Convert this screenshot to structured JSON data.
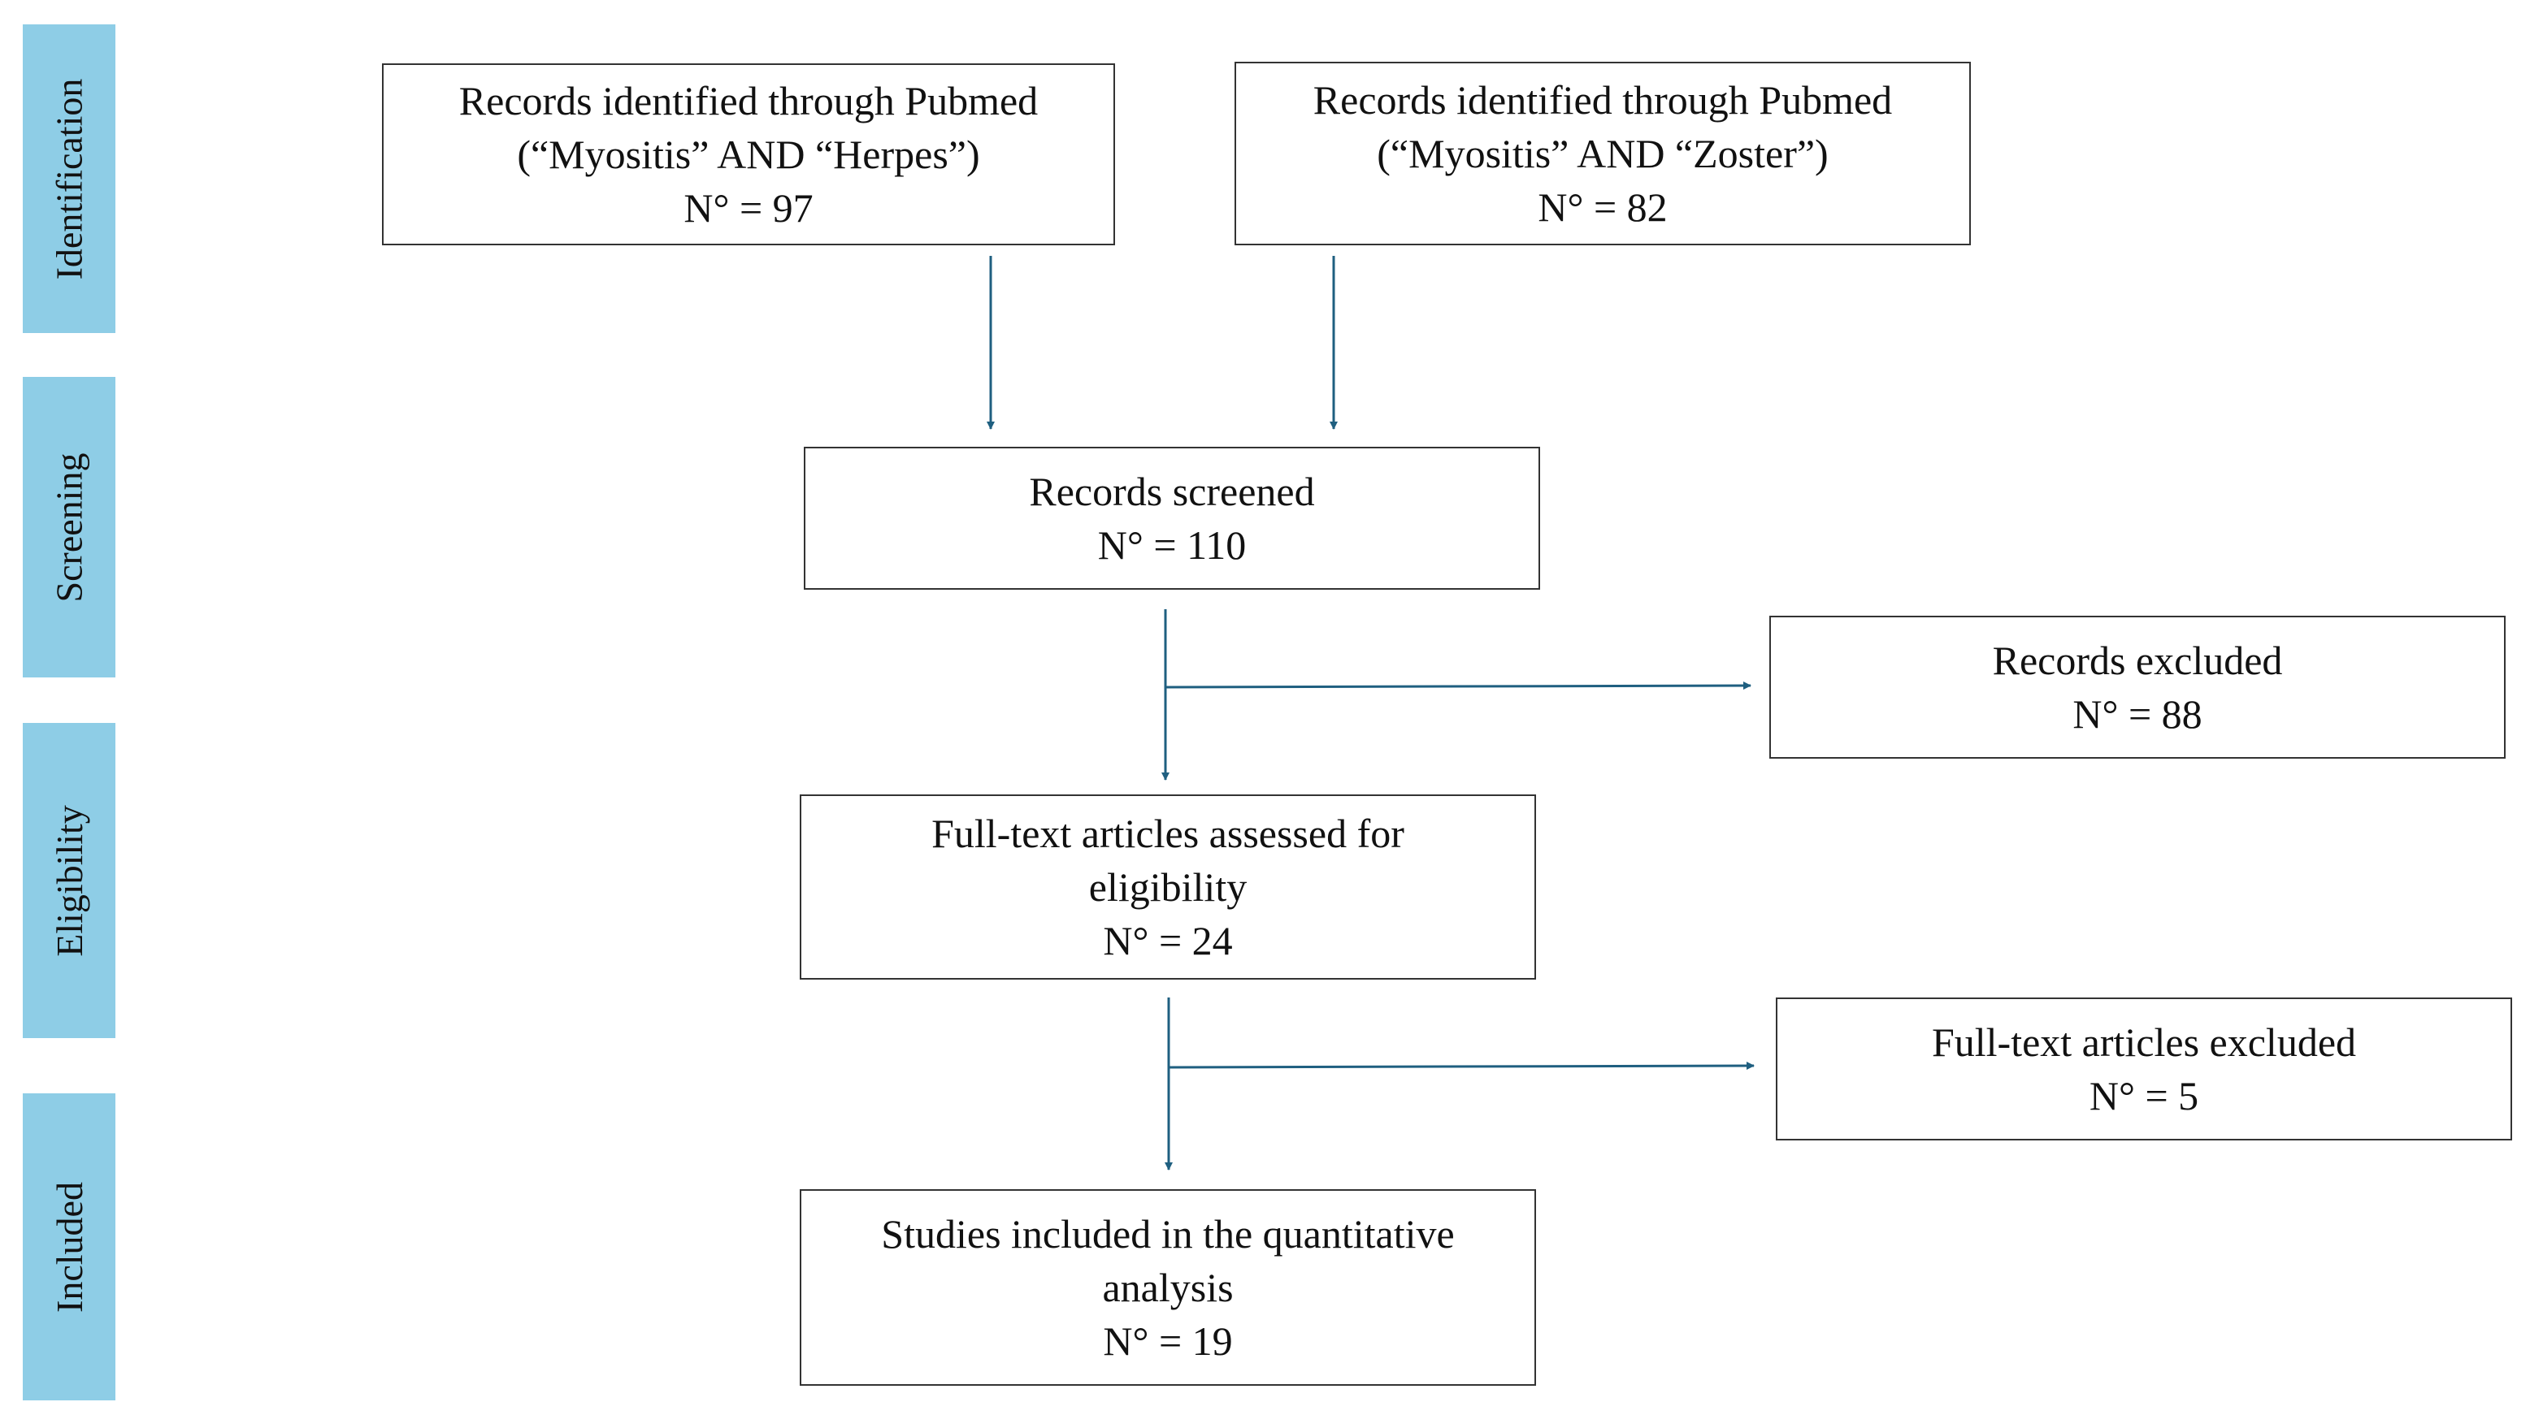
{
  "stages": [
    {
      "label": "Identification"
    },
    {
      "label": "Screening"
    },
    {
      "label": "Eligibility"
    },
    {
      "label": "Included"
    }
  ],
  "boxes": {
    "pubmed_herpes": {
      "line1": "Records identified through Pubmed",
      "line2": "(“Myositis” AND “Herpes”)",
      "count": "N° = 97"
    },
    "pubmed_zoster": {
      "line1": "Records identified through Pubmed",
      "line2": "(“Myositis” AND “Zoster”)",
      "count": "N° = 82"
    },
    "screened": {
      "line1": "Records screened",
      "count": "N° = 110"
    },
    "records_excluded": {
      "line1": "Records excluded",
      "count": "N° = 88"
    },
    "eligibility": {
      "line1": "Full-text articles assessed for",
      "line2": "eligibility",
      "count": "N° = 24"
    },
    "fulltext_excluded": {
      "line1": "Full-text articles excluded",
      "count": "N° = 5"
    },
    "included": {
      "line1": "Studies included in the quantitative",
      "line2": "analysis",
      "count": "N° = 19"
    }
  },
  "colors": {
    "stage_fill": "#8ecde6",
    "arrow": "#1f5f80",
    "box_border": "#333333"
  }
}
